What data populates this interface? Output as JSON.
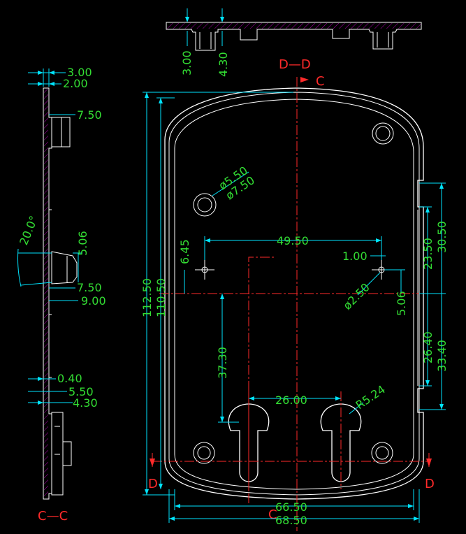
{
  "section_labels": {
    "dd": "D—D",
    "cc": "C—C",
    "c_top": "C",
    "c_bottom": "C",
    "d_left": "D",
    "d_right": "D"
  },
  "dims": {
    "top_3_00": "3.00",
    "top_4_30": "4.30",
    "side_3_00": "3.00",
    "side_2_00": "2.00",
    "side_7_50a": "7.50",
    "side_angle": "20.0°",
    "side_5_06": "5.06",
    "side_7_50b": "7.50",
    "side_9_00": "9.00",
    "side_0_40": "0.40",
    "side_5_50": "5.50",
    "side_4_30": "4.30",
    "dia_5_50": "ø5.50",
    "dia_7_50": "ø7.50",
    "d_6_45": "6.45",
    "d_49_50": "49.50",
    "d_1_00": "1.00",
    "dia_2_50": "ø2.50",
    "d_5_06": "5.06",
    "d_23_50": "23.50",
    "d_30_50": "30.50",
    "d_26_40": "26.40",
    "d_33_40": "33.40",
    "d_112_50": "112.50",
    "d_110_50": "110.50",
    "d_37_30": "37.30",
    "d_26_00": "26.00",
    "r_5_24": "R5.24",
    "d_66_50": "66.50",
    "d_68_50": "68.50"
  }
}
